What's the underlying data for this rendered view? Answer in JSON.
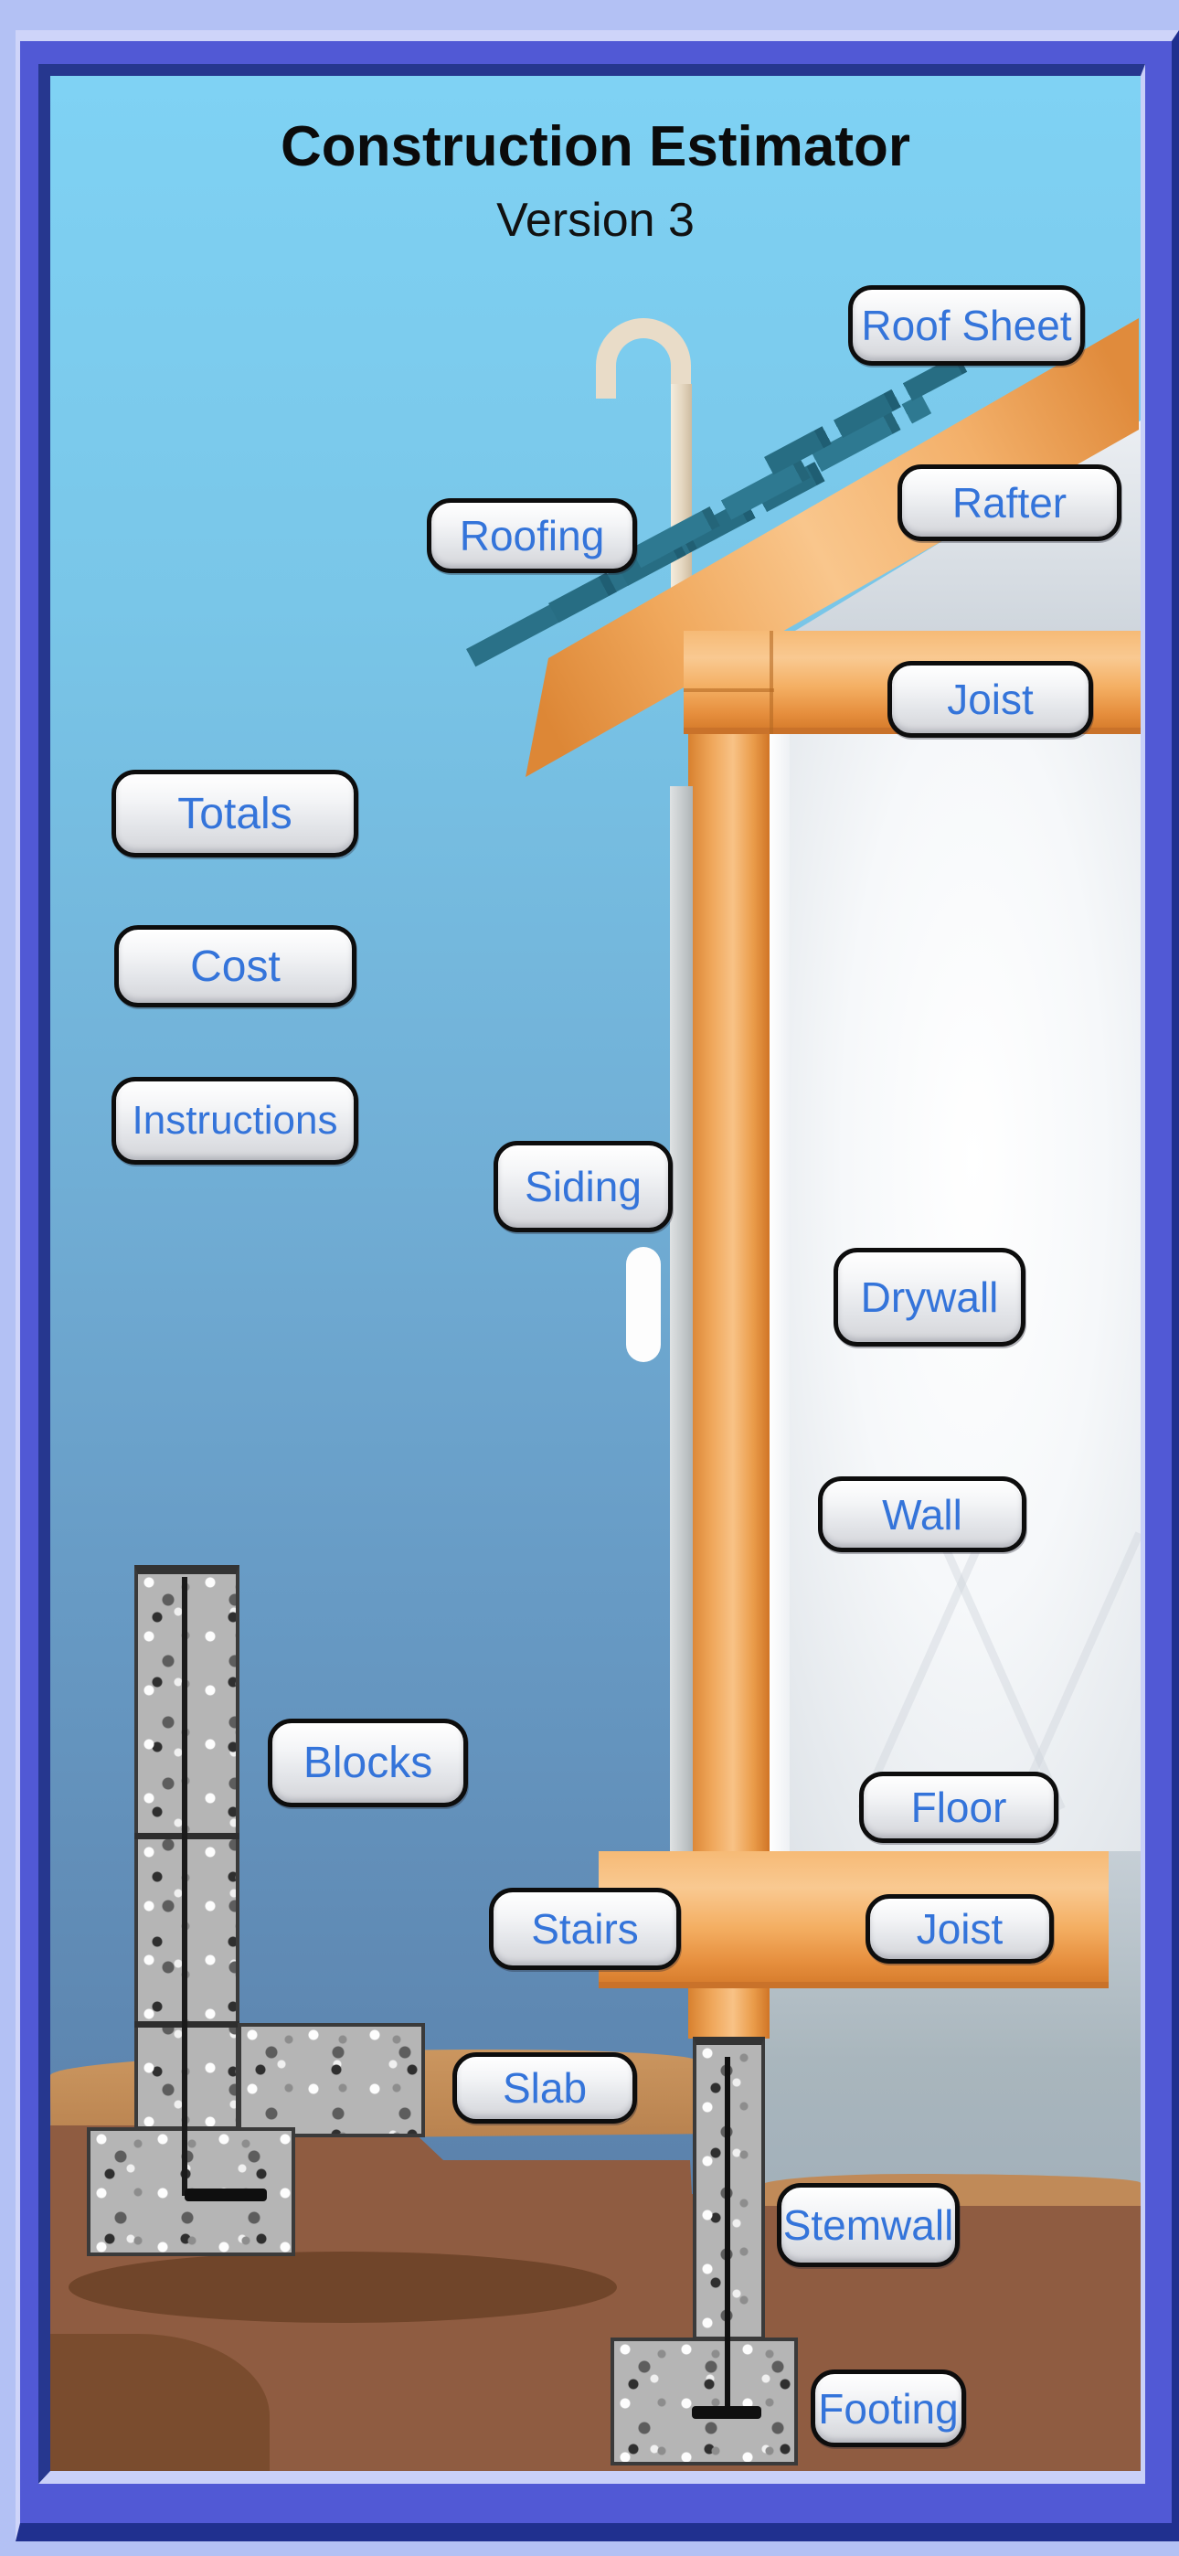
{
  "app": {
    "title": "Construction Estimator",
    "subtitle": "Version 3"
  },
  "buttons": {
    "roof_sheet": {
      "label": "Roof Sheet"
    },
    "rafter": {
      "label": "Rafter"
    },
    "roofing": {
      "label": "Roofing"
    },
    "joist_top": {
      "label": "Joist"
    },
    "totals": {
      "label": "Totals"
    },
    "cost": {
      "label": "Cost"
    },
    "instructions": {
      "label": "Instructions"
    },
    "siding": {
      "label": "Siding"
    },
    "drywall": {
      "label": "Drywall"
    },
    "wall": {
      "label": "Wall"
    },
    "blocks": {
      "label": "Blocks"
    },
    "floor": {
      "label": "Floor"
    },
    "stairs": {
      "label": "Stairs"
    },
    "joist_bottom": {
      "label": "Joist"
    },
    "slab": {
      "label": "Slab"
    },
    "stemwall": {
      "label": "Stemwall"
    },
    "footing": {
      "label": "Footing"
    }
  },
  "colors": {
    "button_text_blue": "#3474da",
    "frame_purple": "#5159d5",
    "frame_navy": "#26378f",
    "outer_background": "#b3c1f4",
    "sky_top": "#7fd2f4",
    "sky_bottom": "#567ba4",
    "lumber_orange": "#f3b06a",
    "roofing_teal": "#276d83",
    "ground_tan": "#c08a58",
    "ground_brown": "#8f5c41",
    "concrete_gray": "#b5b5b5"
  }
}
